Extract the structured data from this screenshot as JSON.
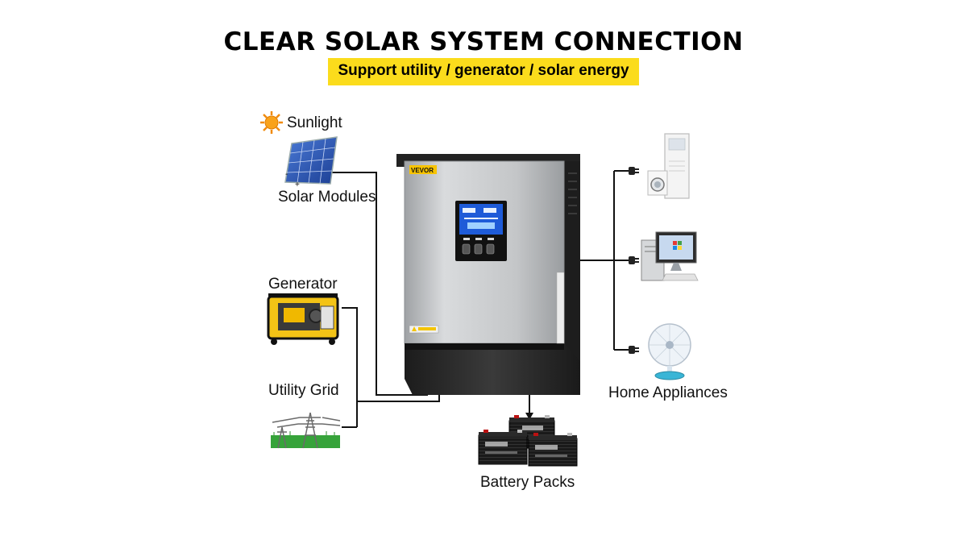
{
  "header": {
    "title": "CLEAR SOLAR SYSTEM CONNECTION",
    "subtitle": "Support utility / generator / solar energy"
  },
  "inputs": {
    "sunlight": "Sunlight",
    "solar_modules": "Solar Modules",
    "generator": "Generator",
    "utility_grid": "Utility Grid"
  },
  "device": {
    "brand": "VEVOR"
  },
  "outputs": {
    "battery_packs": "Battery Packs",
    "home_appliances": "Home Appliances"
  },
  "colors": {
    "accent_yellow": "#fbdc1c",
    "line": "#111111",
    "inverter_panel": "#c9cbcd",
    "inverter_base": "#2b2b2b",
    "lcd": "#1e5bd8"
  }
}
